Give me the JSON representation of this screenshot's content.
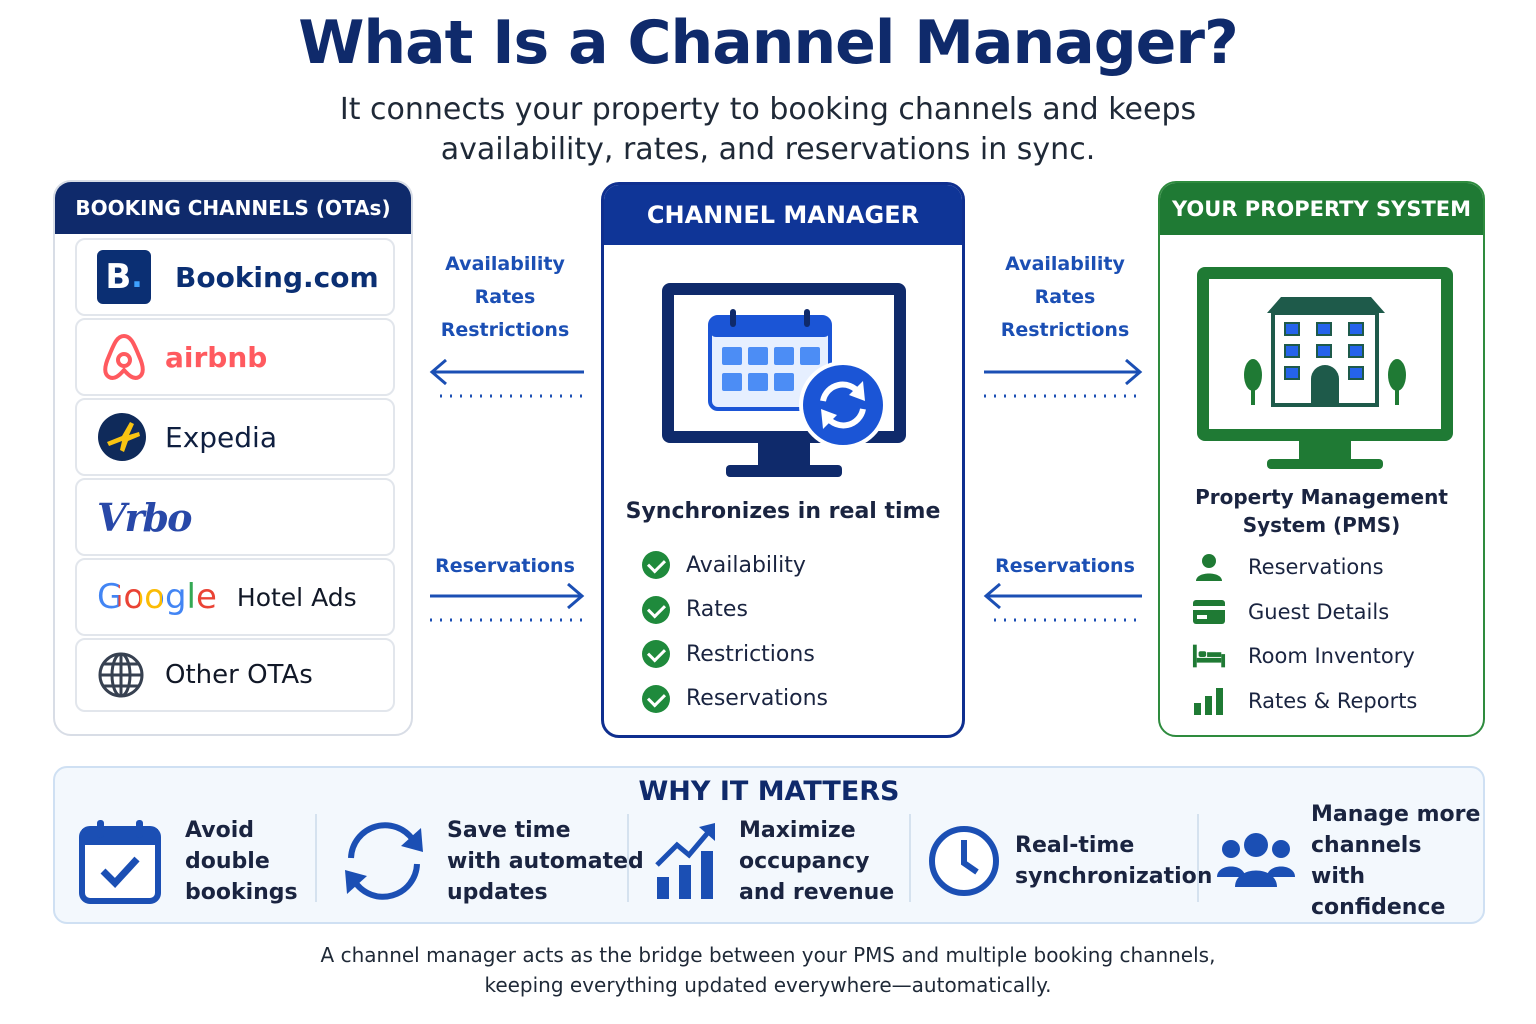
{
  "title": "What Is a Channel Manager?",
  "subtitle_line1": "It connects your property to booking channels and keeps",
  "subtitle_line2": "availability, rates, and reservations in sync.",
  "booking_channels": {
    "header": "BOOKING CHANNELS (OTAs)",
    "items": [
      {
        "label": "Booking.com",
        "icon": "booking-logo"
      },
      {
        "label": "airbnb",
        "icon": "airbnb-logo"
      },
      {
        "label": "Expedia",
        "icon": "expedia-logo"
      },
      {
        "label": "Vrbo",
        "icon": "vrbo-logo"
      },
      {
        "label": "Google",
        "label2": "Hotel Ads",
        "icon": "google-logo"
      },
      {
        "label": "Other OTAs",
        "icon": "globe-icon"
      }
    ]
  },
  "flows_left": {
    "top": [
      "Availability",
      "Rates",
      "Restrictions"
    ],
    "bottom": "Reservations"
  },
  "flows_right": {
    "top": [
      "Availability",
      "Rates",
      "Restrictions"
    ],
    "bottom": "Reservations"
  },
  "channel_manager": {
    "header": "CHANNEL MANAGER",
    "sync_title": "Synchronizes in real time",
    "items": [
      "Availability",
      "Rates",
      "Restrictions",
      "Reservations"
    ]
  },
  "property_system": {
    "header": "YOUR PROPERTY SYSTEM",
    "title_line1": "Property Management",
    "title_line2": "System (PMS)",
    "items": [
      {
        "label": "Reservations",
        "icon": "person-icon"
      },
      {
        "label": "Guest Details",
        "icon": "id-card-icon"
      },
      {
        "label": "Room Inventory",
        "icon": "bed-icon"
      },
      {
        "label": "Rates & Reports",
        "icon": "bar-chart-icon"
      }
    ]
  },
  "why": {
    "title": "WHY IT MATTERS",
    "items": [
      {
        "text": "Avoid\ndouble\nbookings",
        "icon": "calendar-check-icon"
      },
      {
        "text": "Save time\nwith automated\nupdates",
        "icon": "sync-icon"
      },
      {
        "text": "Maximize\noccupancy\nand revenue",
        "icon": "growth-chart-icon"
      },
      {
        "text": "Real-time\nsynchronization",
        "icon": "clock-icon"
      },
      {
        "text": "Manage more\nchannels with\nconfidence",
        "icon": "group-icon"
      }
    ]
  },
  "footer_line1": "A channel manager acts as the bridge between your PMS and multiple booking channels,",
  "footer_line2": "keeping everything updated everywhere—automatically.",
  "colors": {
    "navy": "#0f2a6b",
    "blue": "#1b4fb4",
    "green": "#1f7a34",
    "airbnb": "#ff5a5f"
  }
}
